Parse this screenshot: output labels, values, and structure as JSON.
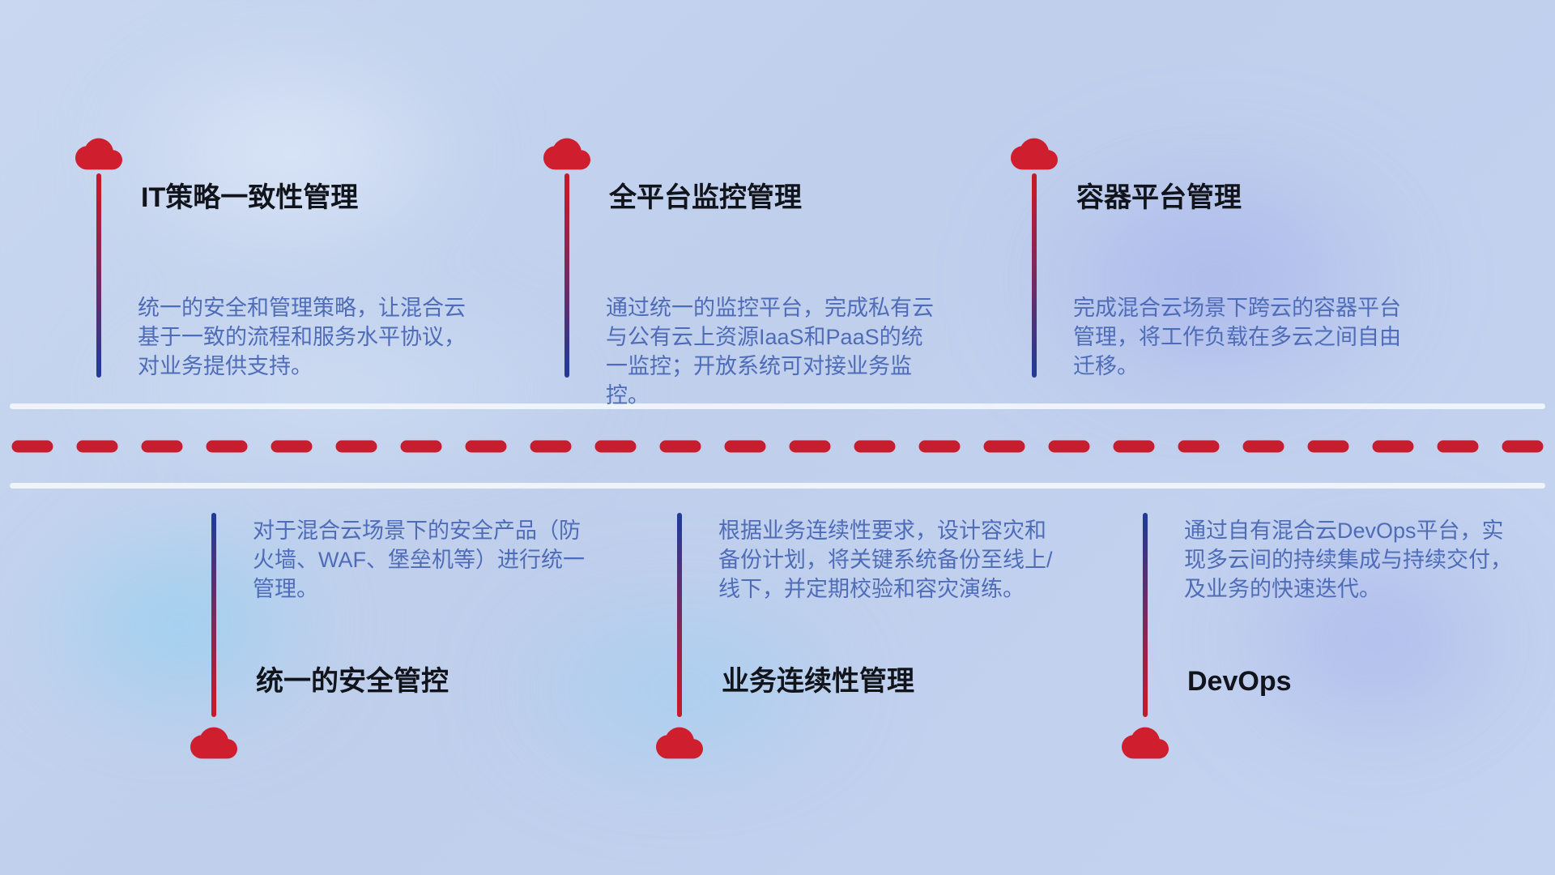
{
  "colors": {
    "accent_red": "#cf1f2e",
    "dash_red": "#c61e2e",
    "line_blue": "#233a96",
    "title_color": "#12141c",
    "body_color": "#4f6cb8",
    "divider_white": "#f2f6fc"
  },
  "top_items": [
    {
      "title": "IT策略一致性管理",
      "description": "统一的安全和管理策略，让混合云基于一致的流程和服务水平协议，对业务提供支持。"
    },
    {
      "title": "全平台监控管理",
      "description": "通过统一的监控平台，完成私有云与公有云上资源IaaS和PaaS的统一监控；开放系统可对接业务监控。"
    },
    {
      "title": "容器平台管理",
      "description": "完成混合云场景下跨云的容器平台管理，将工作负载在多云之间自由迁移。"
    }
  ],
  "bottom_items": [
    {
      "title": "统一的安全管控",
      "description": "对于混合云场景下的安全产品（防火墙、WAF、堡垒机等）进行统一管理。"
    },
    {
      "title": "业务连续性管理",
      "description": "根据业务连续性要求，设计容灾和备份计划，将关键系统备份至线上/线下，并定期校验和容灾演练。"
    },
    {
      "title": "DevOps",
      "description": "通过自有混合云DevOps平台，实现多云间的持续集成与持续交付，及业务的快速迭代。"
    }
  ]
}
